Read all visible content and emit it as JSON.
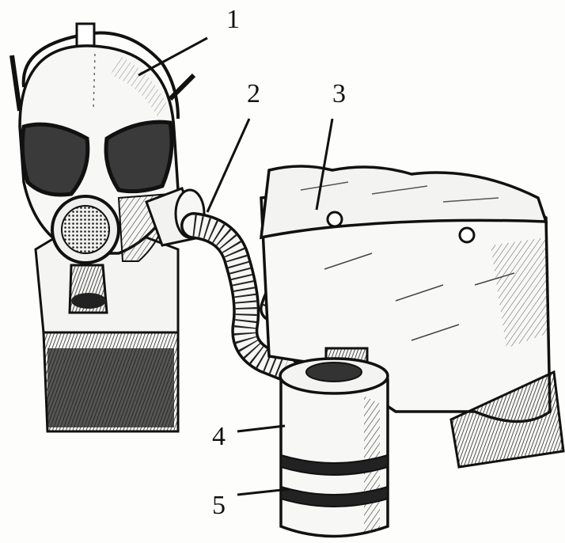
{
  "callouts": [
    {
      "label": "1",
      "part": "mask"
    },
    {
      "label": "2",
      "part": "hose"
    },
    {
      "label": "3",
      "part": "bag"
    },
    {
      "label": "4",
      "part": "canister"
    },
    {
      "label": "5",
      "part": "canister-band"
    }
  ],
  "colors": {
    "ink": "#111111",
    "paper": "#fdfdfb",
    "shade": "#2a2a2a"
  }
}
